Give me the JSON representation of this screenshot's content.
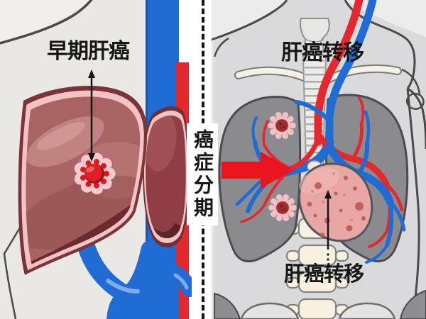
{
  "figure": {
    "left_panel": {
      "caption": "早期肝癌"
    },
    "divider": {
      "caption": "癌症分期"
    },
    "right_panel": {
      "caption_top": "肝癌转移",
      "caption_bottom": "肝癌转移"
    }
  },
  "colors": {
    "panel_bg_left": "#EAE8E5",
    "panel_bg_right": "#E4E4E6",
    "body_fill": "#DADADD",
    "outline_gray": "#4A4A4A",
    "lung_gray": "#8B8B8F",
    "vein_blue": "#1E6CD4",
    "vein_highlight": "#7FABEA",
    "artery_red": "#E5282D",
    "liver_fill": "#A96362",
    "liver_outline": "#7C3439",
    "liver_rim_pink": "#F3C3C3",
    "liver_dark_band": "#6B2A30",
    "liver_small_lobe": "#8E3E44",
    "tumor_red": "#E01E24",
    "tumor_halo_pink": "#F6C9CE",
    "gear_tumor_ring": "#F2C0C5",
    "gear_tumor_core": "#9E2E2E",
    "meta_organ_pink": "#E8A7A4",
    "meta_organ_spot": "#C2605C",
    "bone_cream": "#F6F1E0",
    "arrow_red": "#E8161C",
    "label_text": "#161616"
  }
}
